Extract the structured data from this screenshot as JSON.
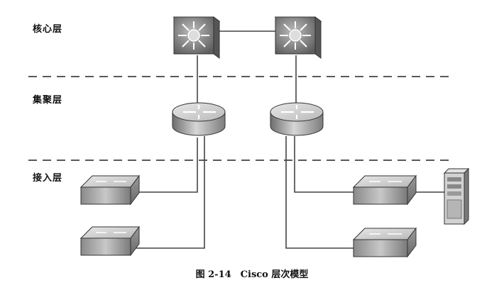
{
  "layers": {
    "core": "核心层",
    "distribution": "集聚层",
    "access": "接入层"
  },
  "caption": "图 2-14　Cisco 层次模型"
}
